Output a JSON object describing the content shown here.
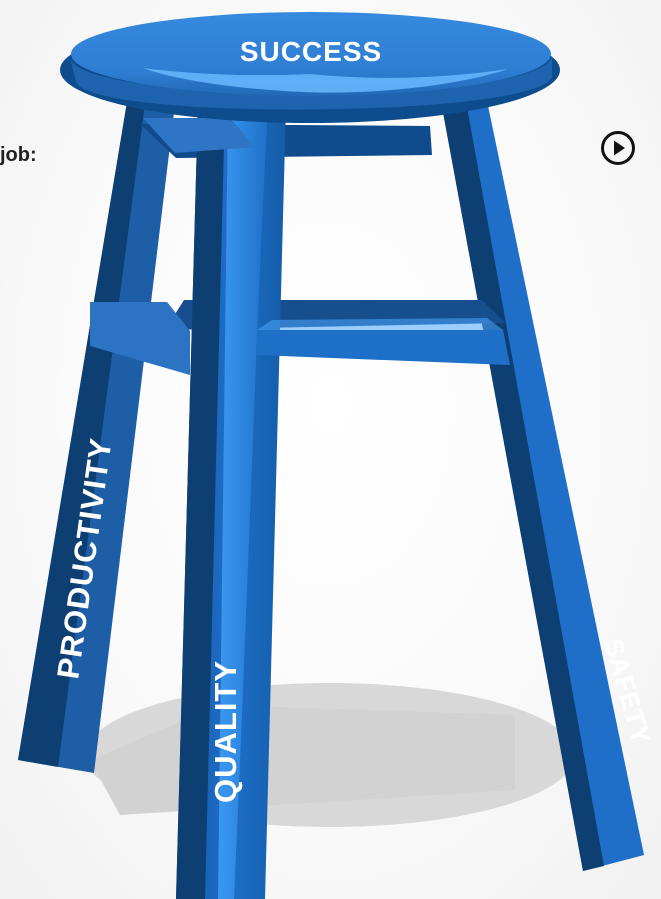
{
  "prompt": {
    "text": "job:"
  },
  "controls": {
    "play_icon": "play-circle-icon"
  },
  "stool": {
    "seat_label": "SUCCESS",
    "leg_labels": {
      "left": "PRODUCTIVITY",
      "center": "QUALITY",
      "right": "SAFETY"
    }
  },
  "colors": {
    "seat": "#2f7ed3",
    "seat_highlight": "#69b8ff",
    "leg_primary": "#1e6fc8",
    "leg_shadow": "#0d3f73",
    "leg_highlight": "#56b5ff",
    "text": "#ffffff",
    "floor_shadow": "#d7d7d7"
  }
}
